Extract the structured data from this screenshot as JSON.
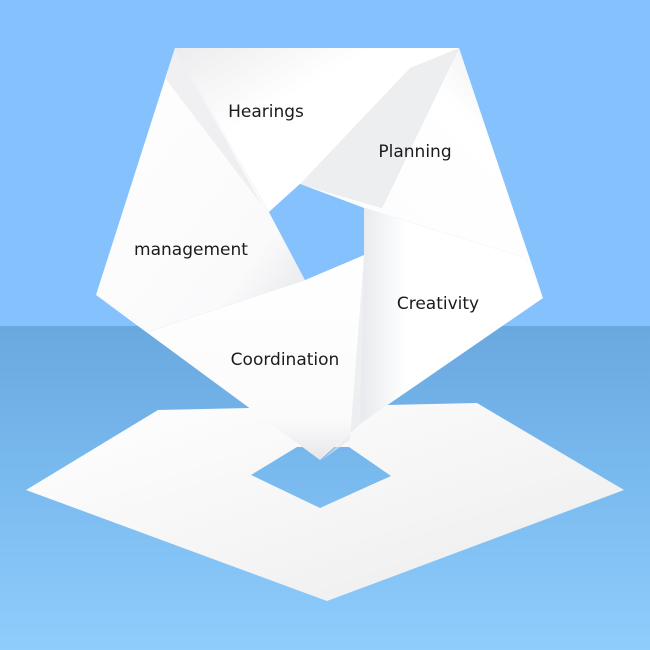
{
  "diagram": {
    "segments": [
      {
        "label": "Hearings"
      },
      {
        "label": "Planning"
      },
      {
        "label": "management"
      },
      {
        "label": "Creativity"
      },
      {
        "label": "Coordination"
      }
    ]
  },
  "colors": {
    "sky": "#85c1fc",
    "floor_top": "#6aa8e0",
    "floor_bottom": "#8fcdfc",
    "paper": "#ffffff",
    "paper_shadow": "#e4e6ea",
    "label_text": "#1b1b1b"
  }
}
